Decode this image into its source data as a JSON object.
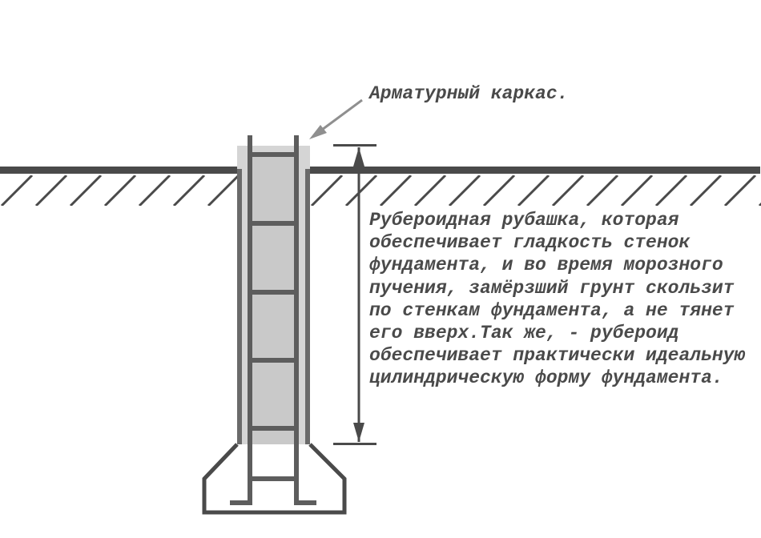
{
  "labels": {
    "rebar_cage": "Арматурный каркас."
  },
  "note": {
    "lines": [
      "Рубероидная рубашка, которая",
      "обеспечивает гладкость стенок",
      "фундамента, и во время морозного",
      "пучения, замёрзший грунт скользит",
      "по стенкам фундамента, а не тянет",
      "его вверх.Так же, - рубероид",
      "обеспечивает практически идеальную",
      "цилиндрическую форму фундамента."
    ]
  },
  "colors": {
    "line": "#4a4a4a",
    "rebar": "#5d5d5d",
    "jacket_edge": "#6a6a6a",
    "jacket_fill": "#d5d5d5",
    "concrete_fill": "#c9c9c9",
    "leader_arrow": "#8f8f8f",
    "background": "#ffffff",
    "text": "#4a4a4a"
  }
}
